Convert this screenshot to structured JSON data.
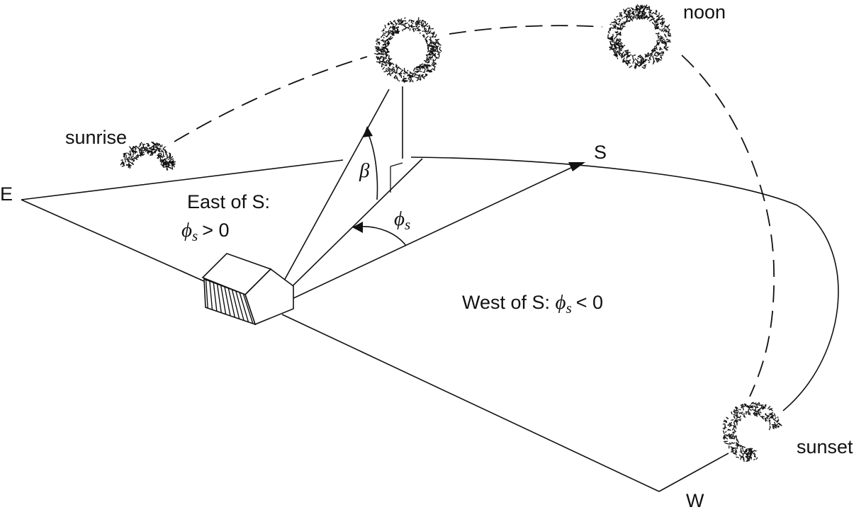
{
  "labels": {
    "east": "E",
    "south": "S",
    "west": "W",
    "sunrise": "sunrise",
    "noon": "noon",
    "sunset": "sunset",
    "beta": "β",
    "phi": "ϕ",
    "phi_sub": "s",
    "east_of_s_title": "East of S:",
    "east_of_s_rel": "> 0",
    "west_of_s_text": "West of S: ",
    "west_of_s_rel": "< 0"
  },
  "icons": {
    "sun": "sun-icon",
    "house": "house-icon"
  }
}
